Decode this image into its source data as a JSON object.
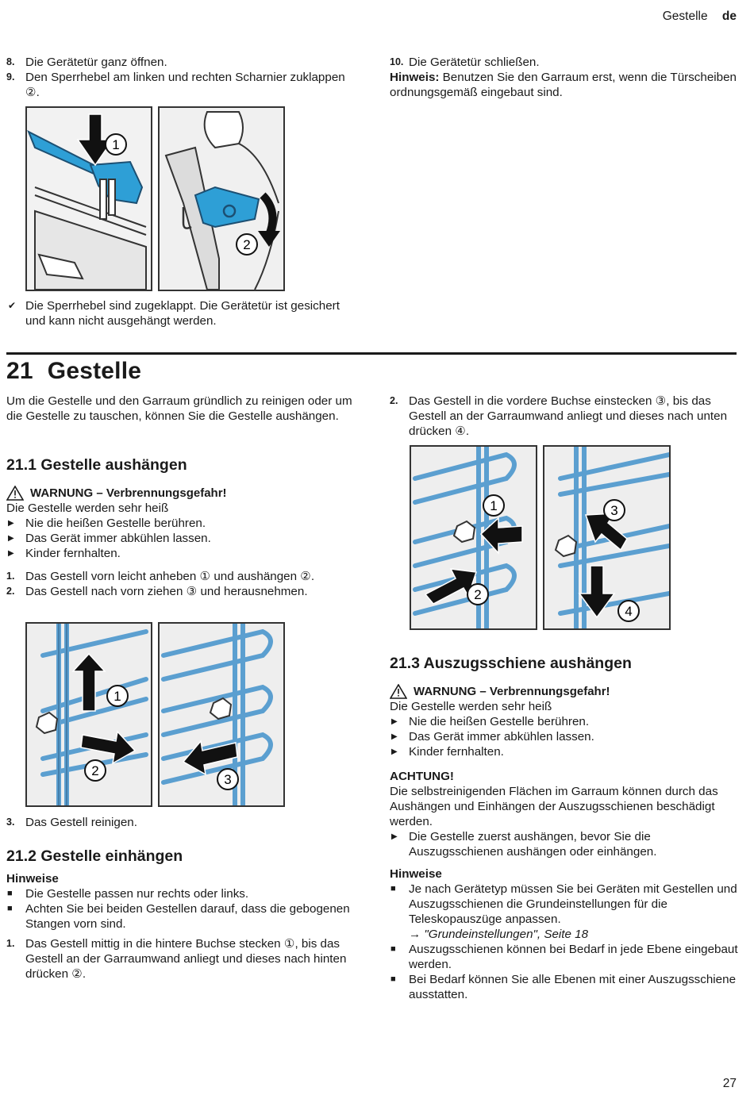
{
  "header": {
    "section": "Gestelle",
    "lang": "de"
  },
  "page_number": "27",
  "steps_top_left": [
    {
      "num": "8.",
      "text": "Die Gerätetür ganz öffnen."
    },
    {
      "num": "9.",
      "text": "Den Sperrhebel am linken und rechten Scharnier zuklappen ②."
    }
  ],
  "steps_top_right": [
    {
      "num": "10.",
      "text": "Die Gerätetür schließen."
    }
  ],
  "hint_top": {
    "label": "Hinweis:",
    "text": " Benutzen Sie den Garraum erst, wenn die Türscheiben ordnungsgemäß eingebaut sind."
  },
  "result_top": {
    "icon": "check-icon",
    "text": "Die Sperrhebel sind zugeklappt. Die Gerätetür ist gesichert und kann nicht ausgehängt werden."
  },
  "fig1": {
    "callouts": [
      "1",
      "2"
    ]
  },
  "section": {
    "number": "21",
    "title": "Gestelle",
    "intro": "Um die Gestelle und den Garraum gründlich zu reinigen oder um die Gestelle zu tauschen, können Sie die Gestelle aushängen."
  },
  "s21_1": {
    "title": "21.1  Gestelle aushängen",
    "warning": {
      "title": "WARNUNG – Verbrennungsgefahr!",
      "intro": "Die Gestelle werden sehr heiß",
      "bullets": [
        "Nie die heißen Gestelle berühren.",
        "Das Gerät immer abkühlen lassen.",
        "Kinder fernhalten."
      ]
    },
    "steps": [
      {
        "num": "1.",
        "text": "Das Gestell vorn leicht anheben ① und aushängen ②."
      },
      {
        "num": "2.",
        "text": "Das Gestell nach vorn ziehen ③ und herausnehmen."
      },
      {
        "num": "3.",
        "text": "Das Gestell reinigen."
      }
    ],
    "fig_callouts": [
      "1",
      "2",
      "3"
    ]
  },
  "s21_2": {
    "title": "21.2  Gestelle einhängen",
    "hints_label": "Hinweise",
    "hints": [
      "Die Gestelle passen nur rechts oder links.",
      "Achten Sie bei beiden Gestellen darauf, dass die gebogenen Stangen vorn sind."
    ],
    "steps": [
      {
        "num": "1.",
        "text": "Das Gestell mittig in die hintere Buchse stecken ①, bis das Gestell an der Garraumwand anliegt und dieses nach hinten drücken ②."
      },
      {
        "num": "2.",
        "text": "Das Gestell in die vordere Buchse einstecken ③, bis das Gestell an der Garraumwand anliegt und dieses nach unten drücken ④."
      }
    ],
    "fig_callouts": [
      "1",
      "2",
      "3",
      "4"
    ]
  },
  "s21_3": {
    "title": "21.3  Auszugsschiene aushängen",
    "warning": {
      "title": "WARNUNG – Verbrennungsgefahr!",
      "intro": "Die Gestelle werden sehr heiß",
      "bullets": [
        "Nie die heißen Gestelle berühren.",
        "Das Gerät immer abkühlen lassen.",
        "Kinder fernhalten."
      ]
    },
    "caution": {
      "title": "ACHTUNG!",
      "text": "Die selbstreinigenden Flächen im Garraum können durch das Aushängen und Einhängen der Auszugsschienen beschädigt werden.",
      "bullet": "Die Gestelle zuerst aushängen, bevor Sie die Auszugsschienen aushängen oder einhängen."
    },
    "hints_label": "Hinweise",
    "hint1": "Je nach Gerätetyp müssen Sie bei Geräten mit Gestellen und Auszugsschienen die Grundeinstellungen für die Teleskopauszüge anpassen.",
    "hint1_ref": "→ \"Grundeinstellungen\", Seite 18",
    "hints_more": [
      "Auszugsschienen können bei Bedarf in jede Ebene eingebaut werden.",
      "Bei Bedarf können Sie alle Ebenen mit einer Auszugsschiene ausstatten."
    ]
  },
  "colors": {
    "rack_blue": "#5b9fd0",
    "lever_blue": "#2e9fd6",
    "arrow": "#111111"
  }
}
